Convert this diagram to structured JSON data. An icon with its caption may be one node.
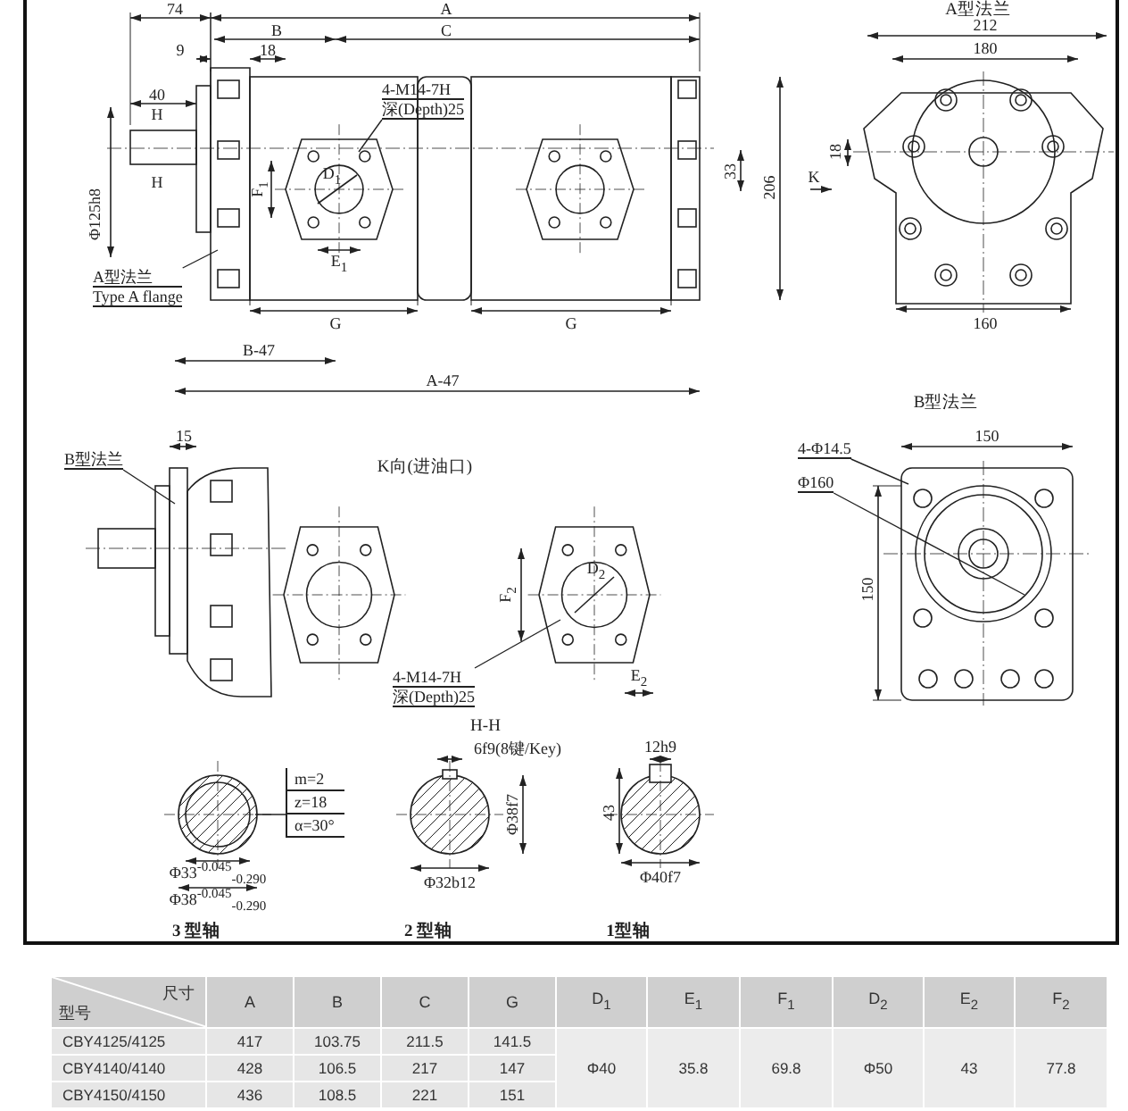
{
  "diagram": {
    "nodes": [
      {
        "text": [
          "A型法兰",
          "Type A flange"
        ]
      },
      {
        "text": [
          "4-M14-7H",
          "深(Depth)25"
        ]
      },
      {
        "text": [
          "B型法兰"
        ]
      },
      {
        "text": [
          "4-M14-7H",
          "深(Depth)25"
        ]
      },
      {
        "text": [
          "4-Φ14.5"
        ]
      },
      {
        "text": [
          "Φ160"
        ]
      },
      {
        "text": [
          "m=2",
          "z=18",
          "α=30°"
        ]
      },
      {
        "text": [],
        "shape": "picture"
      },
      {
        "text": [],
        "shape": "picture"
      }
    ],
    "edges": [
      {
        "from": 0,
        "to": null,
        "arrow": "none"
      },
      {
        "from": 1,
        "to": 7,
        "arrow": "none"
      },
      {
        "from": 2,
        "to": null,
        "arrow": "none"
      },
      {
        "from": 3,
        "to": 8,
        "arrow": "none"
      },
      {
        "from": 4,
        "to": null,
        "arrow": "none"
      },
      {
        "from": 5,
        "to": null,
        "arrow": "none"
      },
      {
        "from": 6,
        "to": null,
        "arrow": "none"
      }
    ],
    "labels": [
      "74",
      "A",
      "A型法兰",
      "B",
      "C",
      "9",
      "18",
      "212",
      "180",
      "40",
      "H",
      "Φ125h8",
      "H",
      "F$_{1}$",
      "D$_{1}$",
      "33",
      "206",
      "18",
      "K",
      "E$_{1}$",
      "G",
      "G",
      "160",
      "B-47",
      "A-47",
      "B型法兰",
      "15",
      "150",
      "K向(进油口)",
      "150",
      "F$_{2}$",
      "D$_{2}$",
      "E$_{2}$",
      "H-H",
      "6f9(8键/Key)",
      "12h9",
      "Φ38f7",
      "43",
      "Φ33$^{-0.045}$$_{-0.290}$",
      "Φ38$^{-0.045}$$_{-0.290}$",
      "Φ32b12",
      "Φ40f7",
      "3 型轴",
      "2 型轴",
      "1型轴",
      "尺寸",
      "型号",
      "A",
      "B",
      "C",
      "G",
      "D$_{1}$",
      "E$_{1}$",
      "F$_{1}$",
      "D$_{2}$",
      "E$_{2}$",
      "F$_{2}$",
      "CBY4125/4125",
      "417",
      "103.75",
      "211.5",
      "141.5",
      "CBY4140/4140",
      "428",
      "106.5",
      "217",
      "147",
      "Φ40",
      "35.8",
      "69.8",
      "Φ50",
      "43",
      "77.8",
      "CBY4150/4150",
      "436",
      "108.5",
      "221",
      "151"
    ]
  }
}
